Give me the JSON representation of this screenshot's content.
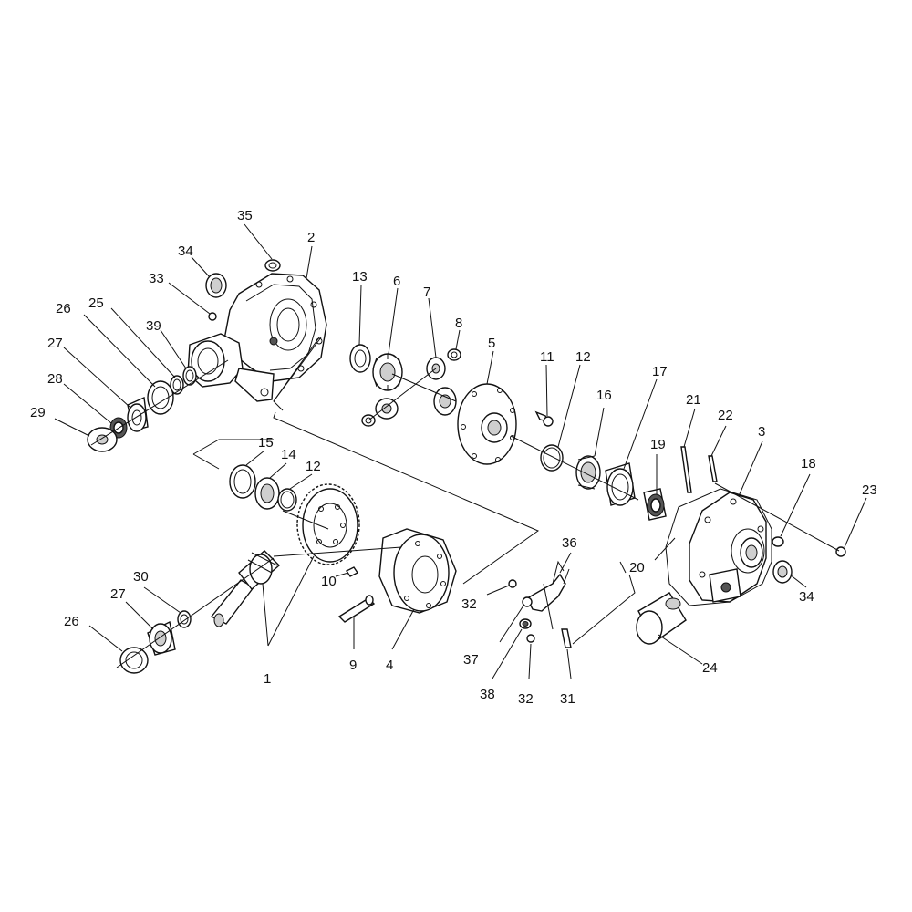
{
  "callouts": [
    {
      "id": "c1",
      "text": "1"
    },
    {
      "id": "c2",
      "text": "2"
    },
    {
      "id": "c3",
      "text": "3"
    },
    {
      "id": "c4",
      "text": "4"
    },
    {
      "id": "c5",
      "text": "5"
    },
    {
      "id": "c6",
      "text": "6"
    },
    {
      "id": "c7",
      "text": "7"
    },
    {
      "id": "c8",
      "text": "8"
    },
    {
      "id": "c9",
      "text": "9"
    },
    {
      "id": "c10",
      "text": "10"
    },
    {
      "id": "c11",
      "text": "11"
    },
    {
      "id": "c12a",
      "text": "12"
    },
    {
      "id": "c12b",
      "text": "12"
    },
    {
      "id": "c13",
      "text": "13"
    },
    {
      "id": "c14",
      "text": "14"
    },
    {
      "id": "c15",
      "text": "15"
    },
    {
      "id": "c16",
      "text": "16"
    },
    {
      "id": "c17",
      "text": "17"
    },
    {
      "id": "c18",
      "text": "18"
    },
    {
      "id": "c19",
      "text": "19"
    },
    {
      "id": "c20",
      "text": "20"
    },
    {
      "id": "c21",
      "text": "21"
    },
    {
      "id": "c22",
      "text": "22"
    },
    {
      "id": "c23",
      "text": "23"
    },
    {
      "id": "c24",
      "text": "24"
    },
    {
      "id": "c25",
      "text": "25"
    },
    {
      "id": "c26a",
      "text": "26"
    },
    {
      "id": "c26b",
      "text": "26"
    },
    {
      "id": "c27a",
      "text": "27"
    },
    {
      "id": "c27b",
      "text": "27"
    },
    {
      "id": "c28",
      "text": "28"
    },
    {
      "id": "c29",
      "text": "29"
    },
    {
      "id": "c30",
      "text": "30"
    },
    {
      "id": "c31",
      "text": "31"
    },
    {
      "id": "c32a",
      "text": "32"
    },
    {
      "id": "c32b",
      "text": "32"
    },
    {
      "id": "c33",
      "text": "33"
    },
    {
      "id": "c34a",
      "text": "34"
    },
    {
      "id": "c34b",
      "text": "34"
    },
    {
      "id": "c35",
      "text": "35"
    },
    {
      "id": "c36",
      "text": "36"
    },
    {
      "id": "c37",
      "text": "37"
    },
    {
      "id": "c38",
      "text": "38"
    },
    {
      "id": "c39",
      "text": "39"
    }
  ]
}
